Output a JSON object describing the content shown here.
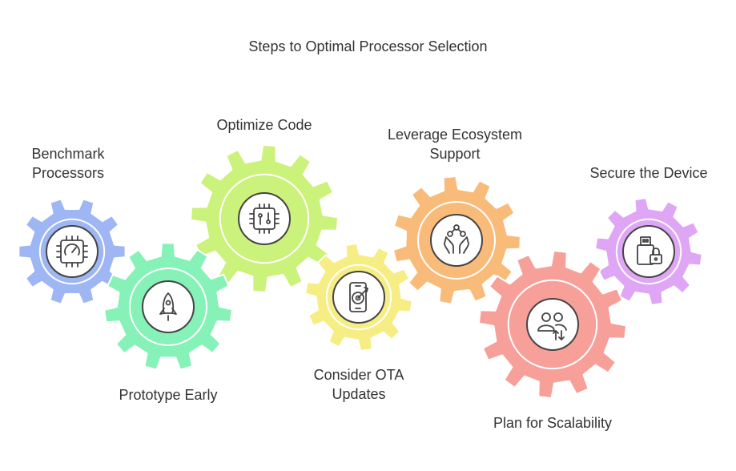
{
  "title": "Steps to Optimal Processor Selection",
  "steps": [
    {
      "label": [
        "Benchmark",
        "Processors"
      ],
      "color": "#9fb6f5",
      "icon": "processor-gauge-icon"
    },
    {
      "label": [
        "Prototype Early"
      ],
      "color": "#86f2b7",
      "icon": "rocket-icon"
    },
    {
      "label": [
        "Optimize Code"
      ],
      "color": "#cbf27a",
      "icon": "circuit-chip-icon"
    },
    {
      "label": [
        "Consider OTA",
        "Updates"
      ],
      "color": "#f6ee85",
      "icon": "phone-target-icon"
    },
    {
      "label": [
        "Leverage Ecosystem",
        "Support"
      ],
      "color": "#f9bb79",
      "icon": "hands-network-icon"
    },
    {
      "label": [
        "Plan for Scalability"
      ],
      "color": "#f79f99",
      "icon": "users-arrows-icon"
    },
    {
      "label": [
        "Secure the Device"
      ],
      "color": "#dfa6f5",
      "icon": "usb-lock-icon"
    }
  ]
}
